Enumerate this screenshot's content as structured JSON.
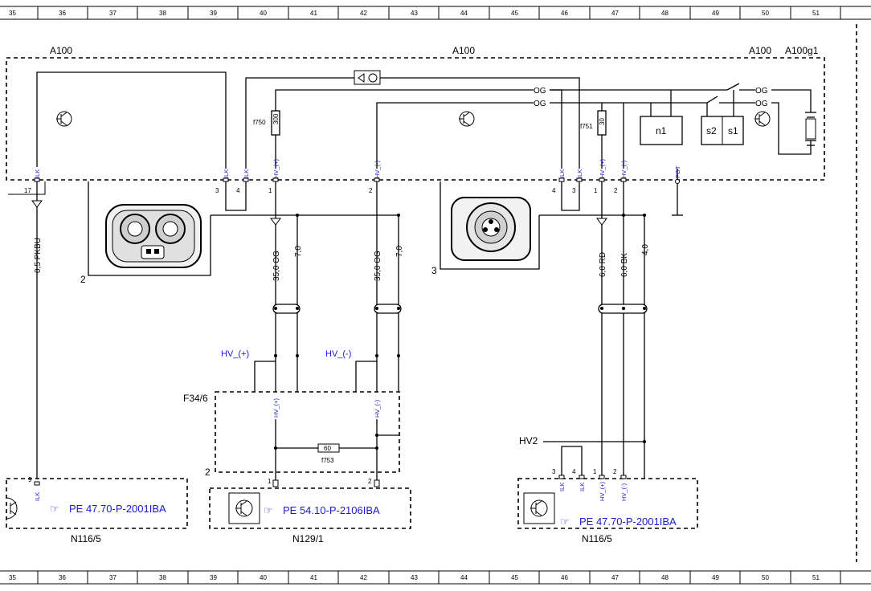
{
  "ruler": {
    "numbers": [
      "35",
      "36",
      "37",
      "38",
      "39",
      "40",
      "41",
      "42",
      "43",
      "44",
      "45",
      "46",
      "47",
      "48",
      "49",
      "50",
      "51"
    ]
  },
  "labels": {
    "a100_left": "A100",
    "a100_mid": "A100",
    "a100_right": "A100",
    "a100g1": "A100g1",
    "f750": "f750",
    "f751": "f751",
    "f753": "f753",
    "fuse_300_a": "300",
    "fuse_300_b": "30",
    "fuse_60": "60",
    "n1": "n1",
    "s1": "s1",
    "s2": "s2",
    "og1": "OG",
    "og2": "OG",
    "og3": "OG",
    "og4": "OG",
    "f34_6": "F34/6",
    "hv2": "HV2",
    "connector2": "2",
    "connector3": "3",
    "conn2_bottom": "2"
  },
  "pins": {
    "p17": "17",
    "p9": "9",
    "p3a": "3",
    "p4a": "4",
    "p1a": "1",
    "p2a": "2",
    "p4b": "4",
    "p3b": "3",
    "p1b": "1",
    "p2b": "2",
    "p1c": "1",
    "p2c": "2",
    "p3d": "3",
    "p4d": "4",
    "p1d": "1",
    "p2d": "2"
  },
  "signals": {
    "ilk1": "ILK",
    "ilk2": "ILK",
    "ilk3": "ILK",
    "hvp1": "HV_(+)",
    "hvm1": "HV_(-)",
    "ilk4": "ILK",
    "ilk5": "ILK",
    "hvp2": "HV_(+)",
    "hvm2": "HV_(-)",
    "pot": "POT",
    "hvp3": "HV_(+)",
    "hvm3": "HV_(-)",
    "ilk6": "ILK",
    "ilk7": "ILK",
    "ilk8": "ILK",
    "hvp4": "HV_(+)",
    "hvm4": "HV_(-)",
    "hv_plus_label": "HV_(+)",
    "hv_minus_label": "HV_(-)"
  },
  "wires": {
    "w_pkbu": "0,5 PKBU",
    "w_35og_a": "35,0 OG",
    "w_7_a": "7,0",
    "w_35og_b": "35,0 OG",
    "w_7_b": "7,0",
    "w_6rd": "6,0 RD",
    "w_6bk": "6,0 BK",
    "w_4": "4,0"
  },
  "refs": {
    "ref_left": "PE 47.70-P-2001IBA",
    "ref_mid": "PE 54.10-P-2106IBA",
    "ref_right": "PE 47.70-P-2001IBA"
  },
  "components": {
    "n116_5_left": "N116/5",
    "n129_1": "N129/1",
    "n116_5_right": "N116/5"
  }
}
